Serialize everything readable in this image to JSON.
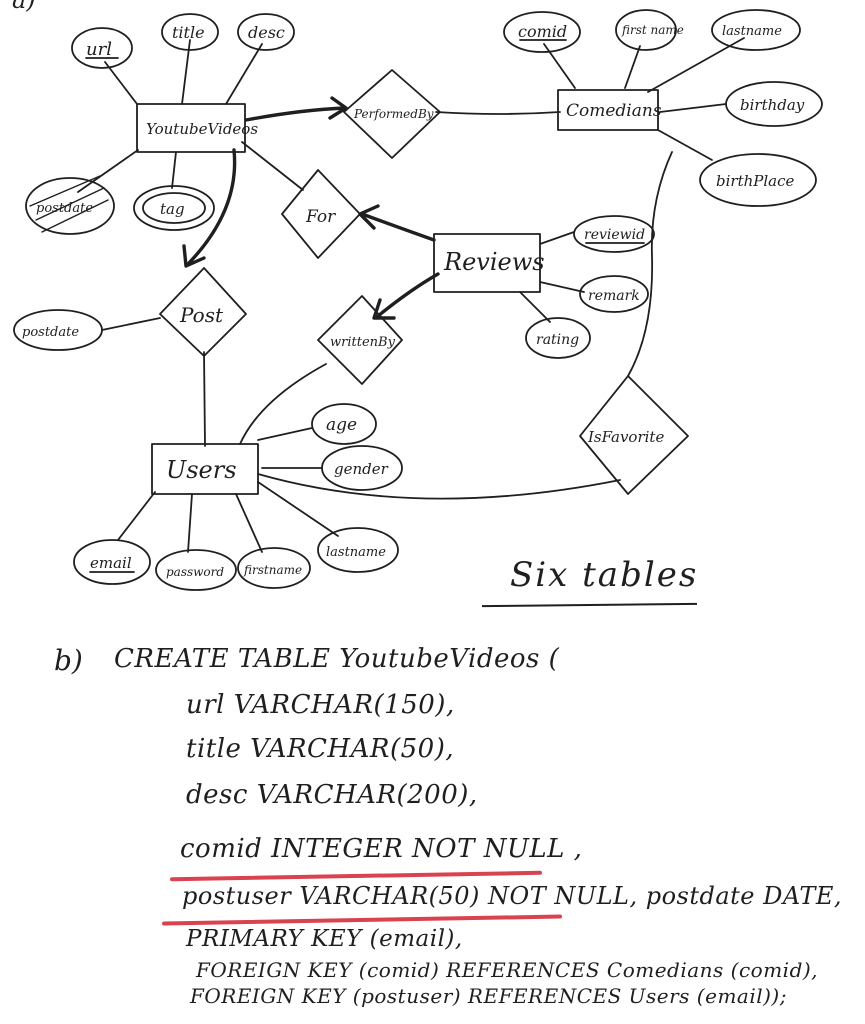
{
  "part_a_label": "a)",
  "entities": {
    "youtube_videos": "YoutubeVideos",
    "comedians": "Comedians",
    "reviews": "Reviews",
    "users": "Users"
  },
  "relationships": {
    "performed_by": "PerformedBy",
    "for": "For",
    "post": "Post",
    "written_by": "writtenBy",
    "is_favorite": "IsFavorite"
  },
  "attributes": {
    "url": "url",
    "title": "title",
    "desc": "desc",
    "postdate_video": "postdate",
    "tag": "tag",
    "comid": "comid",
    "first_name": "first name",
    "lastname": "lastname",
    "birthday": "birthday",
    "birthplace": "birthPlace",
    "reviewid": "reviewid",
    "remark": "remark",
    "rating": "rating",
    "postdate_post": "postdate",
    "age": "age",
    "gender": "gender",
    "email": "email",
    "password": "password",
    "firstname": "firstname",
    "lastname_user": "lastname"
  },
  "caption": "Six tables",
  "part_b_label": "b)",
  "sql": {
    "line1": "CREATE  TABLE   YoutubeVideos (",
    "line2": "url  VARCHAR(150),",
    "line3": "title  VARCHAR(50),",
    "line4": "desc  VARCHAR(200),",
    "line5": "comid  INTEGER NOT NULL ,",
    "line6": "postuser  VARCHAR(50) NOT NULL,  postdate DATE,",
    "line7": "PRIMARY  KEY (email),",
    "line8": "FOREIGN  KEY (comid)  REFERENCES  Comedians (comid),",
    "line9": "FOREIGN  KEY (postuser)  REFERENCES  Users (email));"
  }
}
